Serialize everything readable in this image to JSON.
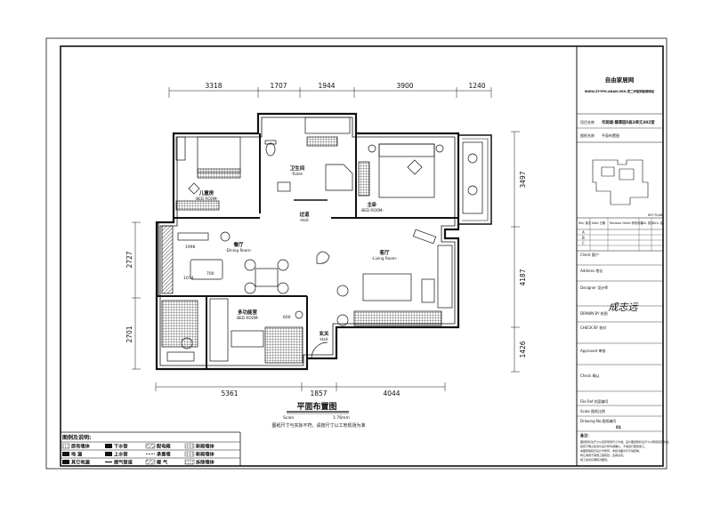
{
  "dimensions": {
    "top": [
      "3318",
      "1707",
      "1944",
      "3900",
      "1240"
    ],
    "left": [
      "2727",
      "2701"
    ],
    "right": [
      "3497",
      "4187",
      "1426"
    ],
    "bottom": [
      "5361",
      "1857",
      "4044"
    ],
    "inner": [
      "1996",
      "700",
      "1074",
      "600"
    ]
  },
  "rooms": {
    "kids_bedroom": {
      "cn": "儿童房",
      "en": "-BED ROOM-"
    },
    "toilet": {
      "cn": "卫生间",
      "en": "-Toilet-"
    },
    "master_bedroom": {
      "cn": "主卧",
      "en": "-BED ROOM-"
    },
    "corridor": {
      "cn": "过道",
      "en": "-Hall-"
    },
    "dining": {
      "cn": "餐厅",
      "en": "-Dining Room-"
    },
    "living": {
      "cn": "客厅",
      "en": "-Living Room-"
    },
    "multi_room": {
      "cn": "多功能室",
      "en": "-BED ROOM-"
    },
    "entry": {
      "cn": "玄关",
      "en": "-Hall-"
    }
  },
  "plan_title": {
    "title": "平面布置图",
    "scale": "Scale",
    "scale_value": "1:76mm",
    "note": "图纸尺寸与实际不符，请按尺寸以工地现场为准"
  },
  "legend": {
    "heading": "图例及说明:",
    "items": [
      {
        "label": "原有墙体",
        "style": "pattern-dots"
      },
      {
        "label": "下水管",
        "style": "pattern-solid"
      },
      {
        "label": "配电箱",
        "style": "pattern-hatch"
      },
      {
        "label": "新砌墙体",
        "style": "pattern-grid"
      },
      {
        "label": "地    漏",
        "style": "pattern-solid"
      },
      {
        "label": "上水管",
        "style": "pattern-solid"
      },
      {
        "label": "承重墙",
        "style": "pattern-dash"
      },
      {
        "label": "新砌墙体",
        "style": "pattern-grid"
      },
      {
        "label": "其它地漏",
        "style": "pattern-solid"
      },
      {
        "label": "燃气管道",
        "style": "pattern-solid"
      },
      {
        "label": "暖    气",
        "style": "pattern-hatch"
      },
      {
        "label": "拆除墙体",
        "style": "pattern-dots"
      }
    ]
  },
  "title_block": {
    "company": "自由家居网",
    "company_sub": "WWW.ZYYPH.ANAN.ORG 成二环装饰装修网站",
    "project_label": "项目名称",
    "project_value": "华润城·翡翠园5栋3单元302室",
    "drawing_label": "图纸名称",
    "drawing_value": "平面布置图",
    "key_plan": "KEY PLAN",
    "rev_headers": [
      "Rev. 版次",
      "Date 日期",
      "Revision Detail 修改内容",
      "Chk. 核对",
      "Drn. 绘"
    ],
    "rev_rows": [
      "A",
      "B",
      "C"
    ],
    "client": "Client 客户",
    "address": "Address 地址",
    "designer": "Designer 设计师",
    "signature": "成志远",
    "drawn_by": "DRAWN BY 绘图",
    "check_by": "CHECK BY 校对",
    "approved_by": "Approved 审核",
    "check": "Check 确认",
    "file_ref": "File Ref 档案编号",
    "scale": "Scale 图纸比例",
    "drawing_no": "Drawing No.图纸编号",
    "drawing_no_value": "01",
    "remarks_title": "备注:",
    "remarks": [
      "图纸所标注尺寸以实际现场尺寸为准。设计图纸所标注尺寸以现场实际为准，",
      "如有不明之处请与设计师沟通确认，不得自行更改施工。",
      "本图纸版权归设计方所有，未经书面许可不得复制、",
      "转让或用于其他工程项目，违者必究。",
      "施工前请仔细核对图纸。"
    ]
  },
  "colors": {
    "line": "#111111",
    "paper": "#ffffff"
  }
}
